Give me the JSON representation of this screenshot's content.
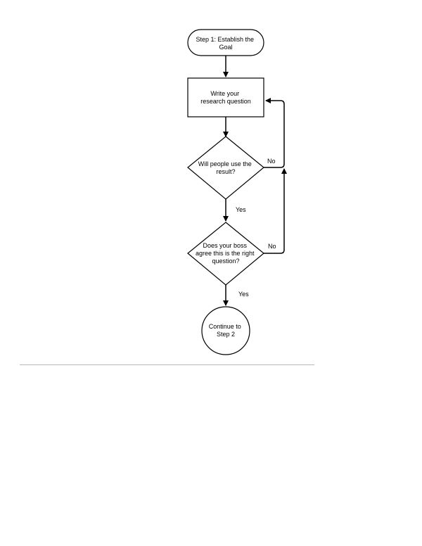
{
  "diagram": {
    "nodes": [
      {
        "id": "start",
        "shape": "terminator",
        "lines": [
          "Step 1:  Establish the",
          "Goal"
        ]
      },
      {
        "id": "write",
        "shape": "process",
        "lines": [
          "Write your",
          "research question"
        ]
      },
      {
        "id": "use",
        "shape": "decision",
        "lines": [
          "Will people use the",
          "result?"
        ]
      },
      {
        "id": "boss",
        "shape": "decision",
        "lines": [
          "Does your boss",
          "agree this is the right",
          "question?"
        ]
      },
      {
        "id": "continue",
        "shape": "connector-circle",
        "lines": [
          "Continue to",
          "Step 2"
        ]
      }
    ],
    "edges": [
      {
        "id": "start-write",
        "from": "start",
        "to": "write",
        "label": ""
      },
      {
        "id": "write-use",
        "from": "write",
        "to": "use",
        "label": ""
      },
      {
        "id": "use-boss",
        "from": "use",
        "to": "boss",
        "label": "Yes"
      },
      {
        "id": "boss-continue",
        "from": "boss",
        "to": "continue",
        "label": "Yes"
      },
      {
        "id": "use-write",
        "from": "use",
        "to": "write",
        "label": "No"
      },
      {
        "id": "boss-write",
        "from": "boss",
        "to": "write",
        "label": "No"
      }
    ]
  }
}
